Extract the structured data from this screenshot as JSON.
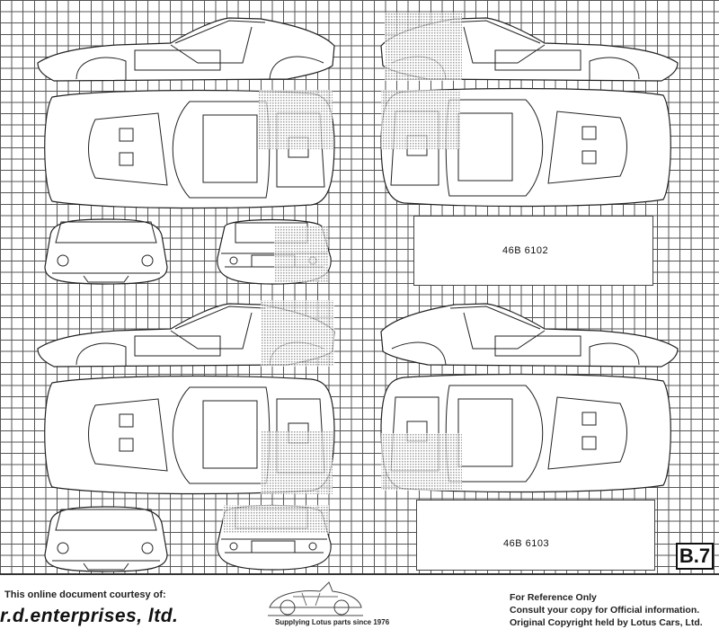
{
  "sheet": {
    "sheet_number": "B.7",
    "panels": [
      {
        "part_number": "46B 6102"
      },
      {
        "part_number": "46B 6103"
      }
    ]
  },
  "footer": {
    "courtesy_text": "This online document courtesy of:",
    "brand": "r.d.enterprises, ltd.",
    "logo_tagline": "Supplying Lotus parts since 1976",
    "notice_1": "For Reference Only",
    "notice_2": "Consult your copy for Official information.",
    "notice_3": "Original Copyright held by Lotus Cars, Ltd."
  },
  "colors": {
    "line": "#222222",
    "grid": "#555555",
    "shading": "#888888"
  }
}
